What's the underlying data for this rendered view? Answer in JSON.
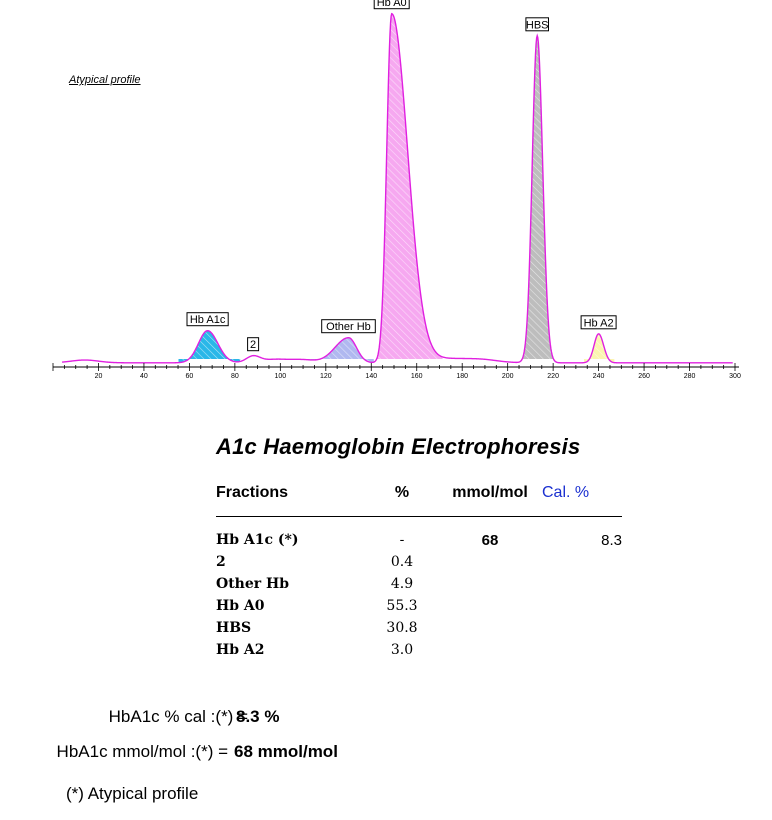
{
  "profile_note": "Atypical profile",
  "chart_data": {
    "type": "line",
    "title": "",
    "xlabel": "",
    "ylabel": "",
    "xlim": [
      0,
      300
    ],
    "xticks": [
      0,
      20,
      40,
      60,
      80,
      100,
      120,
      140,
      160,
      180,
      200,
      220,
      240,
      260,
      280,
      300
    ],
    "grid": false,
    "line_color": "#e020e0",
    "peaks": [
      {
        "label": "Hb A1c",
        "x": 68,
        "height": 0.092,
        "width_left": 4,
        "width_right": 4.5,
        "fill": "#2ab7e8"
      },
      {
        "label": "2",
        "x": 88,
        "height": 0.018,
        "width_left": 3,
        "width_right": 3,
        "fill": "#ffffff"
      },
      {
        "label": "Other Hb",
        "x": 130,
        "height": 0.072,
        "width_left": 6,
        "width_right": 3.5,
        "fill": "#b0b8f0"
      },
      {
        "label": "Hb A0",
        "x": 149,
        "height": 1.0,
        "width_left": 2.2,
        "width_right": 7,
        "fill": "#f6a8f0"
      },
      {
        "label": "HBS",
        "x": 213,
        "height": 0.937,
        "width_left": 2.2,
        "width_right": 2.4,
        "fill": "#bdbdbd"
      },
      {
        "label": "Hb A2",
        "x": 240,
        "height": 0.083,
        "width_left": 2,
        "width_right": 2.2,
        "fill": "#fbf5b0"
      }
    ]
  },
  "report": {
    "title": "A1c Haemoglobin Electrophoresis",
    "headers": {
      "fraction": "Fractions",
      "pct": "%",
      "mmol": "mmol/mol",
      "cal": "Cal. %"
    },
    "rows": [
      {
        "name": "Hb A1c (*)",
        "pct": "-",
        "mmol": "68",
        "cal": "8.3"
      },
      {
        "name": "2",
        "pct": "0.4",
        "mmol": "",
        "cal": ""
      },
      {
        "name": "Other Hb",
        "pct": "4.9",
        "mmol": "",
        "cal": ""
      },
      {
        "name": "Hb A0",
        "pct": "55.3",
        "mmol": "",
        "cal": ""
      },
      {
        "name": "HBS",
        "pct": "30.8",
        "mmol": "",
        "cal": ""
      },
      {
        "name": "Hb A2",
        "pct": "3.0",
        "mmol": "",
        "cal": ""
      }
    ]
  },
  "summary": {
    "pct_label": "HbA1c % cal :(*) =",
    "pct_value": "8.3 %",
    "mmol_label": "HbA1c mmol/mol :(*) =",
    "mmol_value": "68 mmol/mol"
  },
  "footnote": "(*) Atypical profile"
}
